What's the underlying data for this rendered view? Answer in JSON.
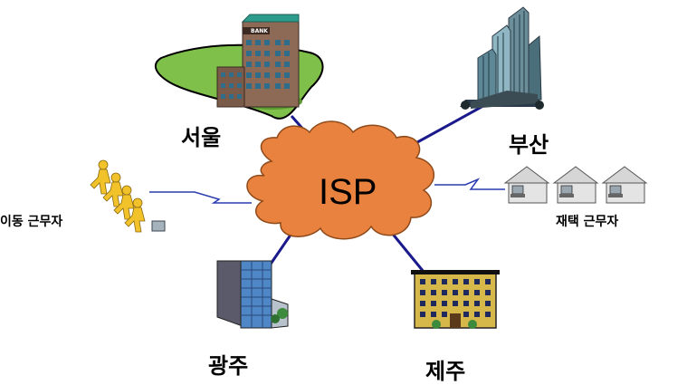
{
  "center": {
    "label": "ISP",
    "color": "#E9823E"
  },
  "nodes": {
    "seoul": {
      "label": "서울",
      "sign": "BANK"
    },
    "busan": {
      "label": "부산"
    },
    "mobile": {
      "label": "이동 근무자"
    },
    "remote": {
      "label": "재택 근무자"
    },
    "gwangju": {
      "label": "광주"
    },
    "jeju": {
      "label": "제주"
    }
  },
  "colors": {
    "link": "#1A1A8C",
    "wan": "#2A3CB0",
    "ground": "#7FC04A",
    "worker": "#F2C22A"
  }
}
